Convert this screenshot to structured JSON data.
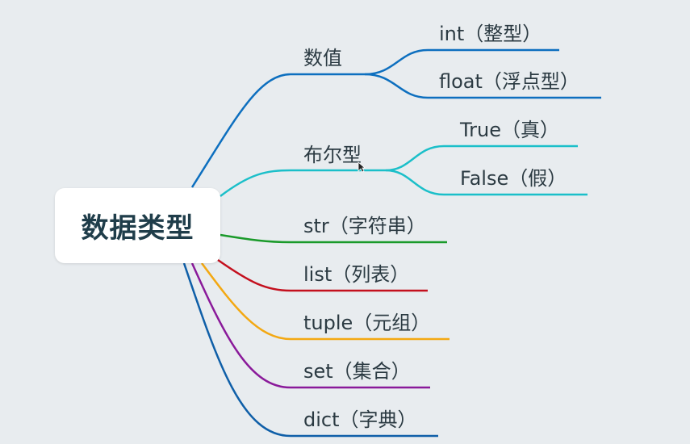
{
  "root": {
    "label": "数据类型"
  },
  "branches": [
    {
      "label": "数值",
      "color": "#0d6fbf",
      "children": [
        {
          "label": "int（整型）"
        },
        {
          "label": "float（浮点型）"
        }
      ]
    },
    {
      "label": "布尔型",
      "color": "#1bbfc9",
      "children": [
        {
          "label": "True（真）"
        },
        {
          "label": "False（假）"
        }
      ]
    },
    {
      "label": "str（字符串）",
      "color": "#1a9a2a"
    },
    {
      "label": "list（列表）",
      "color": "#c4101e"
    },
    {
      "label": "tuple（元组）",
      "color": "#f3a812"
    },
    {
      "label": "set（集合）",
      "color": "#8a1a9a"
    },
    {
      "label": "dict（字典）",
      "color": "#0f5fa8"
    }
  ]
}
